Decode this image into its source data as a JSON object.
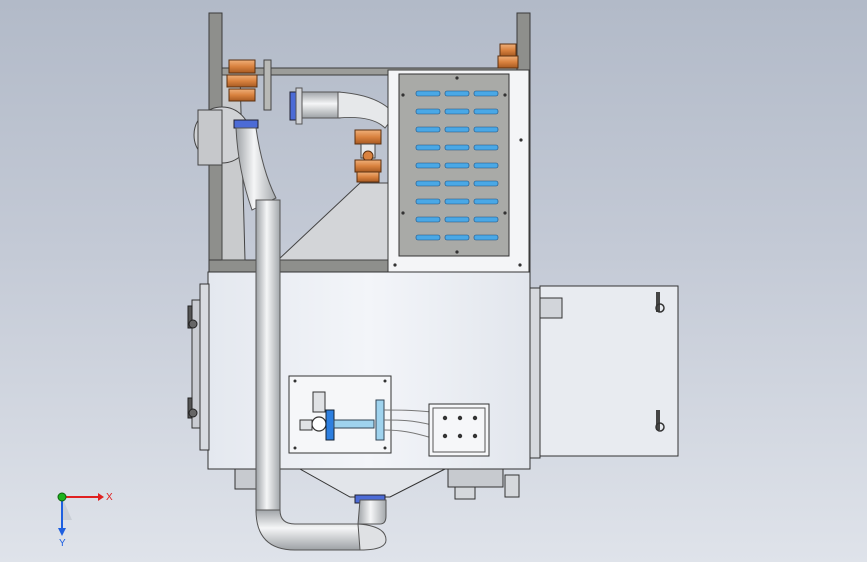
{
  "colors": {
    "background_top": "#b2bac8",
    "background_bottom": "#dfe3ea",
    "frame_gray": "#8e8f8c",
    "cabinet_white": "#eef1f6",
    "panel_gray": "#a9aaa7",
    "slot_blue": "#4aa8e6",
    "pipe_light": "#e6e8ea",
    "copper": "#d9823f",
    "x_axis": "#e02020",
    "y_axis": "#1d5fe0",
    "z_axis": "#1db21d"
  },
  "grille": {
    "rows": 9,
    "columns": 3,
    "slot_icon": "vent-slot-icon"
  },
  "triad": {
    "x_label": "X",
    "y_label": "Y",
    "icons": [
      "x-axis-arrow-icon",
      "y-axis-arrow-icon",
      "origin-sphere-icon"
    ]
  }
}
